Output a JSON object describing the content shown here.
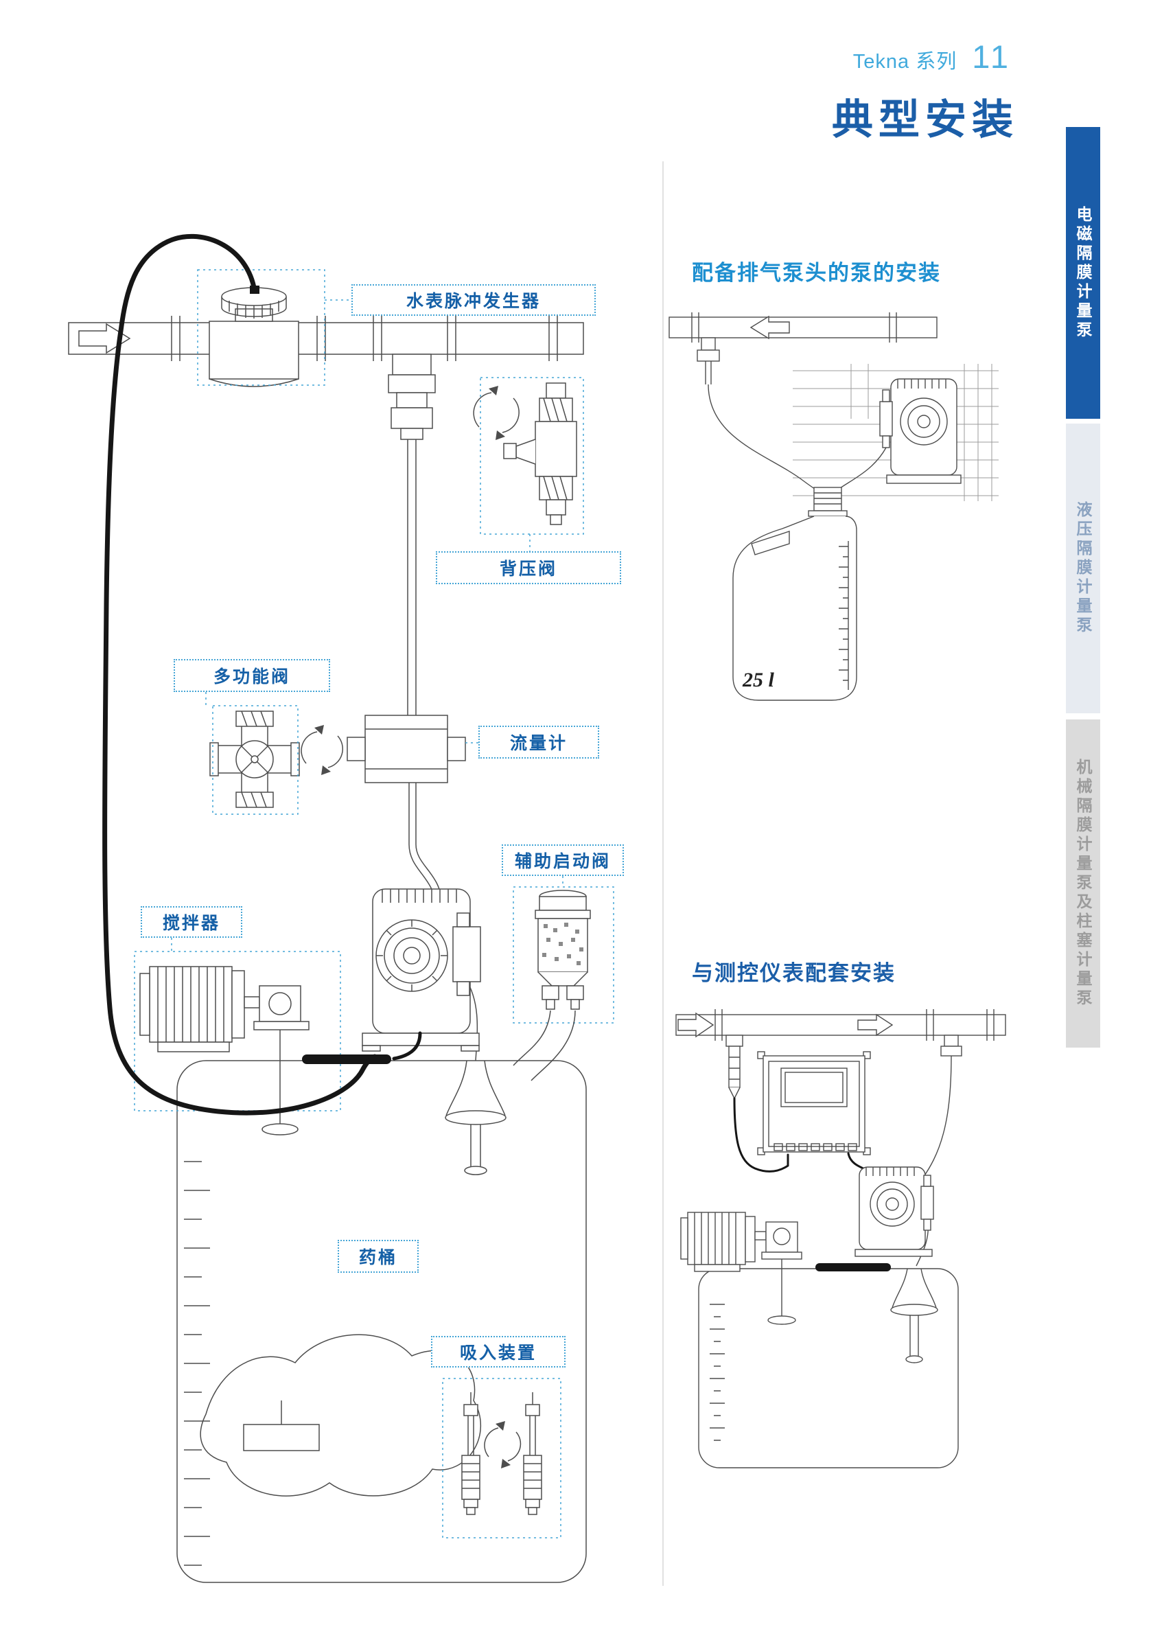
{
  "header": {
    "series": "Tekna 系列",
    "page_number": "11"
  },
  "title": "典型安装",
  "sidebar": {
    "tabs": [
      {
        "label": "电磁隔膜计量泵",
        "active": true
      },
      {
        "label": "液压隔膜计量泵",
        "active": false
      },
      {
        "label": "机械隔膜计量泵及柱塞计量泵",
        "active": false
      }
    ]
  },
  "main_diagram": {
    "labels": {
      "water_meter_pulse_generator": "水表脉冲发生器",
      "back_pressure_valve": "背压阀",
      "multifunction_valve": "多功能阀",
      "flow_meter": "流量计",
      "auxiliary_priming_valve": "辅助启动阀",
      "mixer": "搅拌器",
      "chemical_tank": "药桶",
      "suction_device": "吸入装置"
    }
  },
  "side_diagrams": {
    "degassing_pump_install": {
      "title": "配备排气泵头的泵的安装",
      "tank_volume_label": "25 l"
    },
    "instrument_install": {
      "title": "与测控仪表配套安装"
    }
  },
  "colors": {
    "title_blue": "#1B5EA8",
    "cyan_accent": "#3FA9DC",
    "page_number_blue": "#4FB0E0",
    "subtitle_cyan": "#1D8FD0",
    "label_text_blue": "#1560A7",
    "callout_dotted_blue": "#45A5D6",
    "sidebar_active_bg": "#1A5CA8",
    "sidebar_inactive_bg": "#E7EBF1",
    "sidebar_gray_bg": "#DBDBDB",
    "diagram_line": "#4D4D4D",
    "cable_black": "#161616"
  }
}
